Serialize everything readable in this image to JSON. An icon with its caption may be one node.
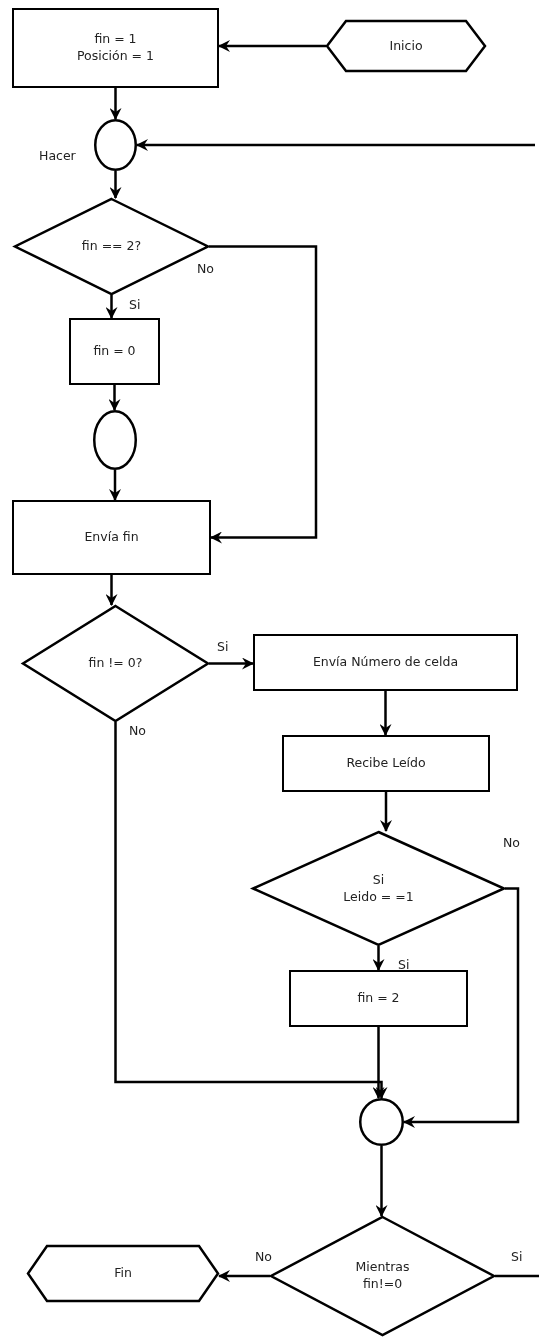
{
  "diagram": {
    "nodes": [
      {
        "text": [
          "Inicio"
        ]
      },
      {
        "text": [
          "fin = 1",
          "Posición = 1"
        ]
      },
      {
        "text": [],
        "shape": "circle",
        "beside": [
          "Hacer"
        ]
      },
      {
        "text": [
          "fin == 2?"
        ]
      },
      {
        "text": [
          "fin = 0"
        ]
      },
      {
        "text": [],
        "shape": "circle"
      },
      {
        "text": [
          "Envía fin"
        ]
      },
      {
        "text": [
          "fin != 0?"
        ]
      },
      {
        "text": [
          "Envía Número de celda"
        ]
      },
      {
        "text": [
          "Recibe Leído"
        ]
      },
      {
        "text": [
          "Si",
          "Leido = =1"
        ]
      },
      {
        "text": [
          "fin = 2"
        ]
      },
      {
        "text": [],
        "shape": "circle"
      },
      {
        "text": [
          "Mientras fin!=0"
        ]
      },
      {
        "text": [
          "Fin"
        ]
      }
    ],
    "edges": [
      {
        "from": 0,
        "to": 1,
        "arrow": "to"
      },
      {
        "from": 1,
        "to": 2,
        "arrow": "to"
      },
      {
        "from": 2,
        "to": 3,
        "arrow": "to"
      },
      {
        "from": 3,
        "to": 4,
        "arrow": "to",
        "label": "Si"
      },
      {
        "from": 3,
        "to": 6,
        "arrow": "to",
        "label": "No"
      },
      {
        "from": 4,
        "to": 5,
        "arrow": "to"
      },
      {
        "from": 5,
        "to": 6,
        "arrow": "to"
      },
      {
        "from": 6,
        "to": 7,
        "arrow": "to"
      },
      {
        "from": 7,
        "to": 8,
        "arrow": "to",
        "label": "Si"
      },
      {
        "from": 7,
        "to": 12,
        "arrow": "to",
        "label": "No"
      },
      {
        "from": 8,
        "to": 9,
        "arrow": "to"
      },
      {
        "from": 9,
        "to": 10,
        "arrow": "to"
      },
      {
        "from": 10,
        "to": 11,
        "arrow": "to",
        "label": "Si"
      },
      {
        "from": 10,
        "to": 12,
        "arrow": "to",
        "label": "No"
      },
      {
        "from": 11,
        "to": 12,
        "arrow": "to"
      },
      {
        "from": 12,
        "to": 13,
        "arrow": "to"
      },
      {
        "from": 13,
        "to": 14,
        "arrow": "to",
        "label": "No"
      },
      {
        "from": 13,
        "to": null,
        "arrow": "none",
        "label": "Si"
      },
      {
        "from": null,
        "to": 2,
        "arrow": "to"
      }
    ]
  }
}
